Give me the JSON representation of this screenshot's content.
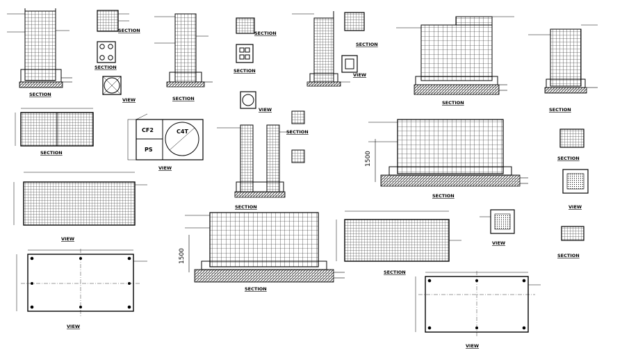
{
  "titles": {
    "s1": "SECTION",
    "s2": "SECTION",
    "s3": "SECTION",
    "s4": "SECTION",
    "s5": "SECTION",
    "s6": "SECTION",
    "s7": "SECTION",
    "s8": "SECTION",
    "s9": "SECTION",
    "s10": "SECTION",
    "s11": "SECTION",
    "s12": "SECTION",
    "s13": "SECTION",
    "s14": "SECTION",
    "s15": "SECTION",
    "v1": "VIEW",
    "v2": "VIEW",
    "v3": "VIEW",
    "v4": "VIEW",
    "v5": "VIEW",
    "v6": "VIEW",
    "v7": "VIEW",
    "v8": "VIEW"
  },
  "labels": {
    "cf2": "CF2",
    "ps": "PS",
    "c4t": "C4T"
  },
  "dims": {
    "d1500a": "1500",
    "d1500b": "1500"
  }
}
